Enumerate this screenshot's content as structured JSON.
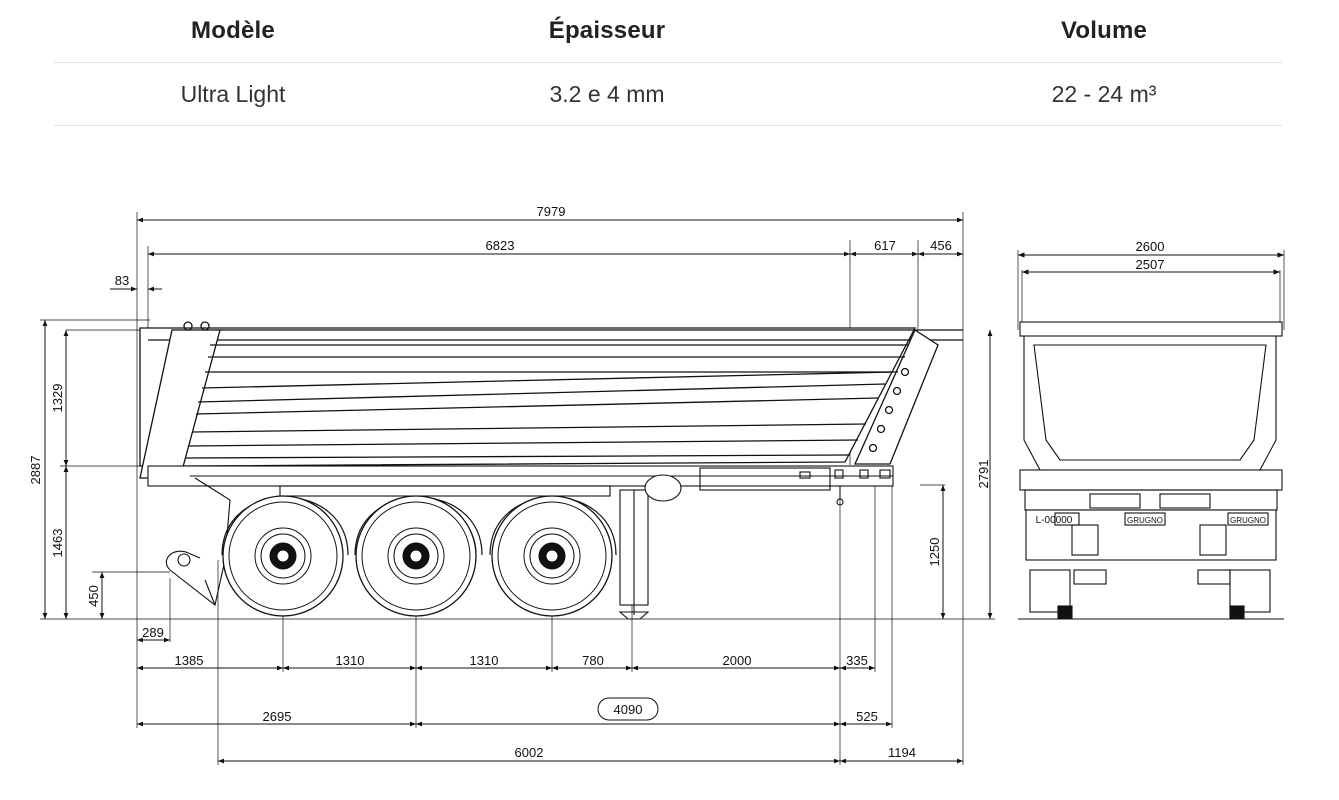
{
  "specs": {
    "headers": {
      "model": "Modèle",
      "thickness": "Épaisseur",
      "volume": "Volume"
    },
    "values": {
      "model": "Ultra Light",
      "thickness": "3.2 e 4 mm",
      "volume": "22 - 24 m³"
    }
  },
  "drawing": {
    "side_top": {
      "overall": "7979",
      "body": "6823",
      "rear_a": "617",
      "rear_b": "456",
      "front_offset": "83"
    },
    "side_left": {
      "total_height": "2887",
      "upper": "1329",
      "lower": "1463",
      "kingpin": "450"
    },
    "side_right": {
      "height": "2791",
      "chassis": "1250"
    },
    "side_bottom_row1": {
      "d1": "289",
      "d2": "1385",
      "d3": "1310",
      "d4": "1310",
      "d5": "780",
      "d6": "2000",
      "d7": "335"
    },
    "side_bottom_row2": {
      "d1": "2695",
      "d2": "4090",
      "d3": "525"
    },
    "side_bottom_row3": {
      "d1": "6002",
      "d2": "1194"
    },
    "rear": {
      "width_outer": "2600",
      "width_inner": "2507",
      "plate": "L-00000",
      "brand": "GRUGNO"
    }
  }
}
